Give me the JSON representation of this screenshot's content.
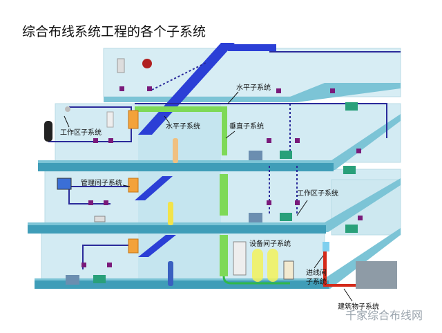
{
  "title": "综合布线系统工程的各个子系统",
  "labels": {
    "horizontal_top": "水平子系统",
    "horizontal_mid": "水平子系统",
    "vertical": "垂直子系统",
    "work_area_left": "工作区子系统",
    "work_area_right": "工作区子系统",
    "telecom_room": "管理间子系统",
    "equipment_room": "设备间子系统",
    "entrance_room_line1": "进线间",
    "entrance_room_line2": "子系统",
    "building": "建筑物子系统"
  },
  "watermark": "千家综合布线网",
  "colors": {
    "slab_top": "#7cc4d6",
    "slab_front": "#3f9db8",
    "wall": "#cfe9f1",
    "riser_blue": "#2b3fd6",
    "vertical_green": "#7ed957",
    "cable": "#2a2a9a",
    "outlet": "#7a1a7a",
    "entrance_red": "#d42a1a",
    "yellow": "#f2f25a"
  }
}
